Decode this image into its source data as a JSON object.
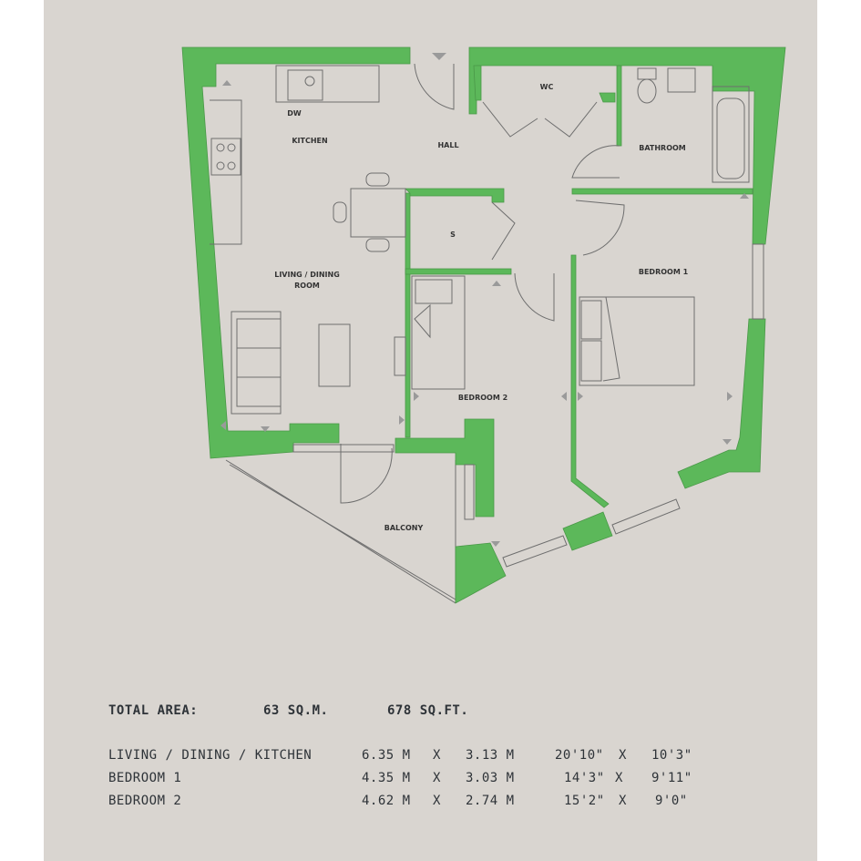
{
  "floorplan": {
    "rooms": {
      "kitchen": "KITCHEN",
      "dw": "DW",
      "hall": "HALL",
      "wc": "WC",
      "bathroom": "BATHROOM",
      "storage": "S",
      "living_line1": "LIVING / DINING",
      "living_line2": "ROOM",
      "bedroom1": "BEDROOM 1",
      "bedroom2": "BEDROOM 2",
      "balcony": "BALCONY"
    },
    "colors": {
      "background": "#d9d5d0",
      "walls": "#5cb85a"
    }
  },
  "summary": {
    "label": "TOTAL AREA:",
    "sqm": "63 SQ.M.",
    "sqft": "678 SQ.FT."
  },
  "dimensions": [
    {
      "room": "LIVING / DINING / KITCHEN",
      "m1": "6.35 M",
      "x": "X",
      "m2": "3.13 M",
      "f1": "20'10\"",
      "f2": "10'3\""
    },
    {
      "room": "BEDROOM 1",
      "m1": "4.35 M",
      "x": "X",
      "m2": "3.03 M",
      "f1": "14'3\"",
      "f2": "9'11\""
    },
    {
      "room": "BEDROOM 2",
      "m1": "4.62 M",
      "x": "X",
      "m2": "2.74 M",
      "f1": "15'2\"",
      "f2": "9'0\""
    }
  ]
}
